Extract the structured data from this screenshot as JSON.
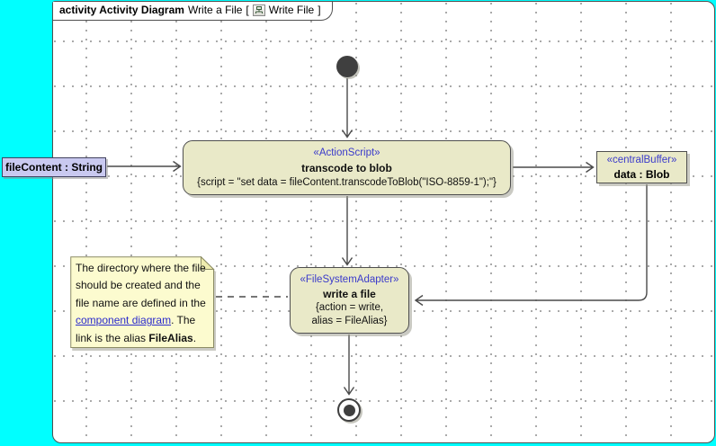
{
  "frame": {
    "kind_label": "activity Activity Diagram",
    "title": "Write a File",
    "bracket_open": "[",
    "view_name": "Write File",
    "bracket_close": "]"
  },
  "nodes": {
    "initial": {
      "type": "initial-node"
    },
    "transcode": {
      "stereotype": "«ActionScript»",
      "name": "transcode to blob",
      "property": "{script = \"set data = fileContent.transcodeToBlob(\"ISO-8859-1\");\"}"
    },
    "file_content": {
      "label": "fileContent : String"
    },
    "buffer": {
      "stereotype": "«centralBuffer»",
      "name": "data : Blob"
    },
    "write_file": {
      "stereotype": "«FileSystemAdapter»",
      "name": "write a file",
      "property_line1": "{action = write,",
      "property_line2": "alias = FileAlias}"
    },
    "final": {
      "type": "activity-final-node"
    }
  },
  "note": {
    "text_before_link": "The directory where the file should be created and the file name are defined in the ",
    "link_text": "component diagram",
    "text_after_link": ". The link is the alias ",
    "bold_text": "FileAlias",
    "text_end": "."
  },
  "colors": {
    "canvas_background": "#00FFFF",
    "frame_fill": "#FFFFFF",
    "action_fill": "#E9E9C8",
    "object_fill": "#C9C9F0",
    "note_fill": "#FCFBCF",
    "stereotype_text": "#3A3ACB",
    "link_text": "#2A2ACC",
    "edge_stroke": "#4A4A4A",
    "node_dark": "#3F3F3F"
  }
}
